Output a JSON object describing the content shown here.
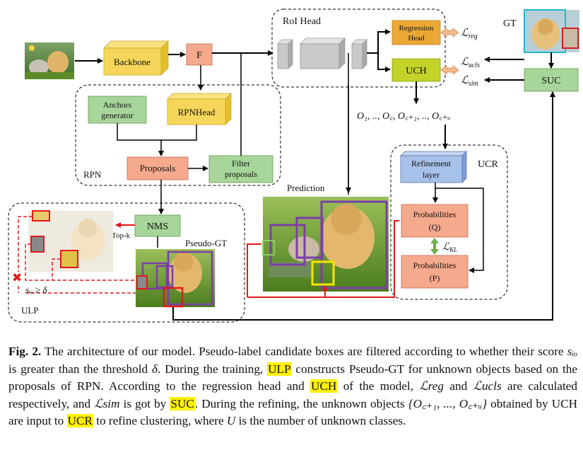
{
  "diagram": {
    "backbone": "Backbone",
    "f": "F",
    "roi_head": "RoI Head",
    "regression_head_1": "Regression",
    "regression_head_2": "Head",
    "uch": "UCH",
    "l_reg": "ℒ",
    "l_reg_sub": "reg",
    "l_ucls": "ℒ",
    "l_ucls_sub": "ucls",
    "l_sim": "ℒ",
    "l_sim_sub": "sim",
    "gt": "GT",
    "suc": "SUC",
    "anchors_1": "Anchors",
    "anchors_2": "generator",
    "rpnhead": "RPNHead",
    "proposals": "Proposals",
    "filter_1": "Filter",
    "filter_2": "proposals",
    "rpn": "RPN",
    "objects": "O₁, .., O꜀, O꜀₊₁, .., O꜀₊ᵤ",
    "refinement_1": "Refinement",
    "refinement_2": "layer",
    "ucr": "UCR",
    "prob_q_1": "Probabilities",
    "prob_q_2": "(Q)",
    "l_kl": "ℒ",
    "l_kl_sub": "KL",
    "prob_p_1": "Probabilities",
    "prob_p_2": "(P)",
    "prediction": "Prediction",
    "nms": "NMS",
    "topk": "Top-k",
    "pseudo_gt": "Pseudo-GT",
    "ulp": "ULP",
    "threshold": "sᵢₒ ≥ δ"
  },
  "caption": {
    "fig": "Fig. 2.",
    "t1": " The architecture of our model. Pseudo-label candidate boxes are filtered according to whether their score ",
    "s": "sᵢₒ",
    "t2": " is greater than the threshold ",
    "delta": "δ",
    "t3": ". During the training, ",
    "ulp": "ULP",
    "t4": " constructs Pseudo-GT for unknown objects based on the proposals of RPN. According to the regression head and ",
    "uch": "UCH",
    "t5": " of the model, ",
    "lreg": "ℒreg",
    "t6": " and ",
    "lucls": "ℒucls",
    "t7": " are calculated respectively, and ",
    "lsim": "ℒsim",
    "t8": " is got by ",
    "suc": "SUC",
    "t9": ". During the refining, the unknown objects ",
    "set": "{O꜀₊₁, ..., O꜀₊ᵤ}",
    "t10": " obtained by UCH are input to ",
    "ucr": "UCR",
    "t11": " to refine clustering, where ",
    "u": "U",
    "t12": " is the number of unknown classes."
  },
  "colors": {
    "yellow_box": "#f5d65a",
    "salmon_box": "#f5a98d",
    "green_box": "#a8d59a",
    "blue_box": "#a8c1ea",
    "orange_box": "#eba834",
    "uch_box": "#c4d32a",
    "red_arrow": "#e21a1a",
    "highlight": "#fff200"
  }
}
